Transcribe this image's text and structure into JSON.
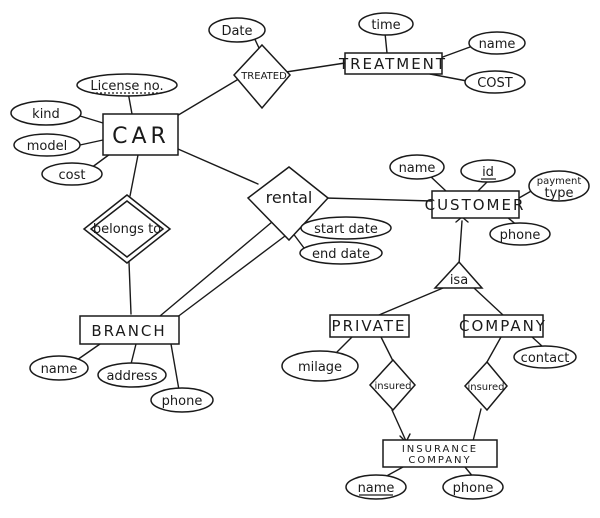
{
  "entities": {
    "car": "CAR",
    "treatment": "TREATMENT",
    "branch": "BRANCH",
    "customer": "CUSTOMER",
    "private": "PRIVATE",
    "company": "COMPANY",
    "insurance_line1": "INSURANCE",
    "insurance_line2": "COMPANY"
  },
  "relationships": {
    "treated": "TREATED",
    "belongs_to": "belongs to",
    "rental": "rental",
    "isa": "isa",
    "insured_private": "insured",
    "insured_company": "insured"
  },
  "attributes": {
    "date": "Date",
    "time": "time",
    "treatment_name": "name",
    "treatment_cost": "COST",
    "license_no": "License no.",
    "kind": "kind",
    "model": "model",
    "car_cost": "cost",
    "start_date": "start date",
    "end_date": "end date",
    "customer_name": "name",
    "id": "id",
    "payment_line1": "payment",
    "payment_line2": "type",
    "customer_phone": "phone",
    "branch_name": "name",
    "address": "address",
    "branch_phone": "phone",
    "milage": "milage",
    "contact": "contact",
    "insurance_name": "name",
    "insurance_phone": "phone"
  }
}
